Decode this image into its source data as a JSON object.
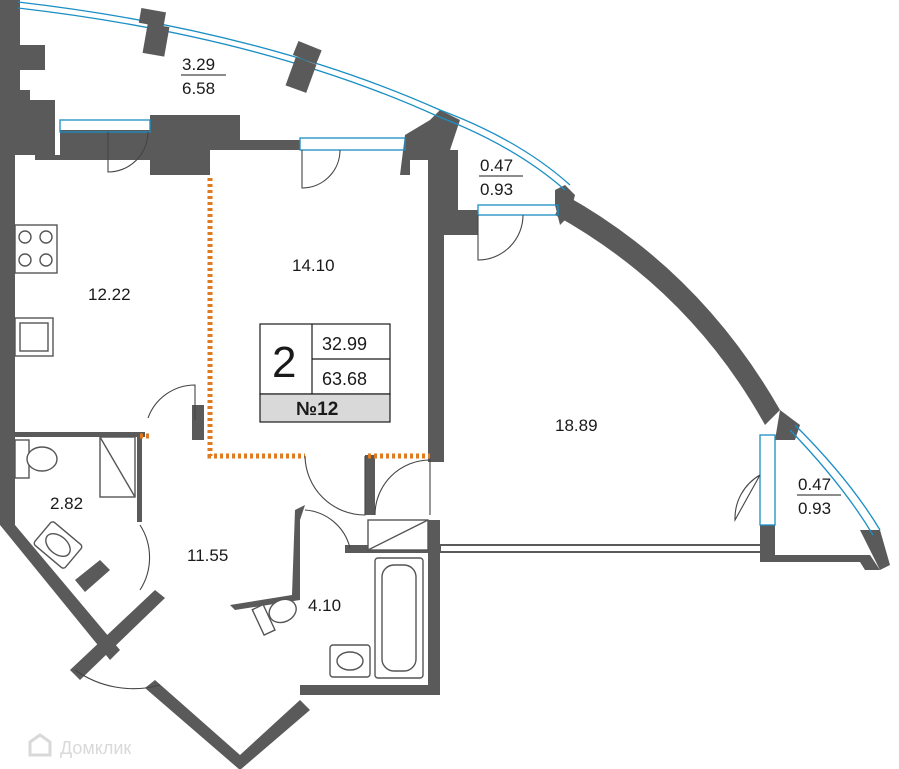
{
  "rooms": [
    {
      "id": "kitchen",
      "area": "12.22"
    },
    {
      "id": "room1",
      "area": "14.10"
    },
    {
      "id": "room2",
      "area": "18.89"
    },
    {
      "id": "bath-small",
      "area": "2.82"
    },
    {
      "id": "hall",
      "area": "11.55"
    },
    {
      "id": "bath",
      "area": "4.10"
    }
  ],
  "balconies": [
    {
      "id": "top",
      "net": "3.29",
      "gross": "6.58"
    },
    {
      "id": "mid",
      "net": "0.47",
      "gross": "0.93"
    },
    {
      "id": "right",
      "net": "0.47",
      "gross": "0.93"
    }
  ],
  "card": {
    "rooms_count": "2",
    "living_area": "32.99",
    "total_area": "63.68",
    "apartment_number": "№12"
  },
  "watermark": {
    "text": "Домклик"
  },
  "colors": {
    "wall": "#5a5a5a",
    "window": "#1b8fc4",
    "hatch": "#e07a1f",
    "card_band": "#d9d9d9"
  }
}
